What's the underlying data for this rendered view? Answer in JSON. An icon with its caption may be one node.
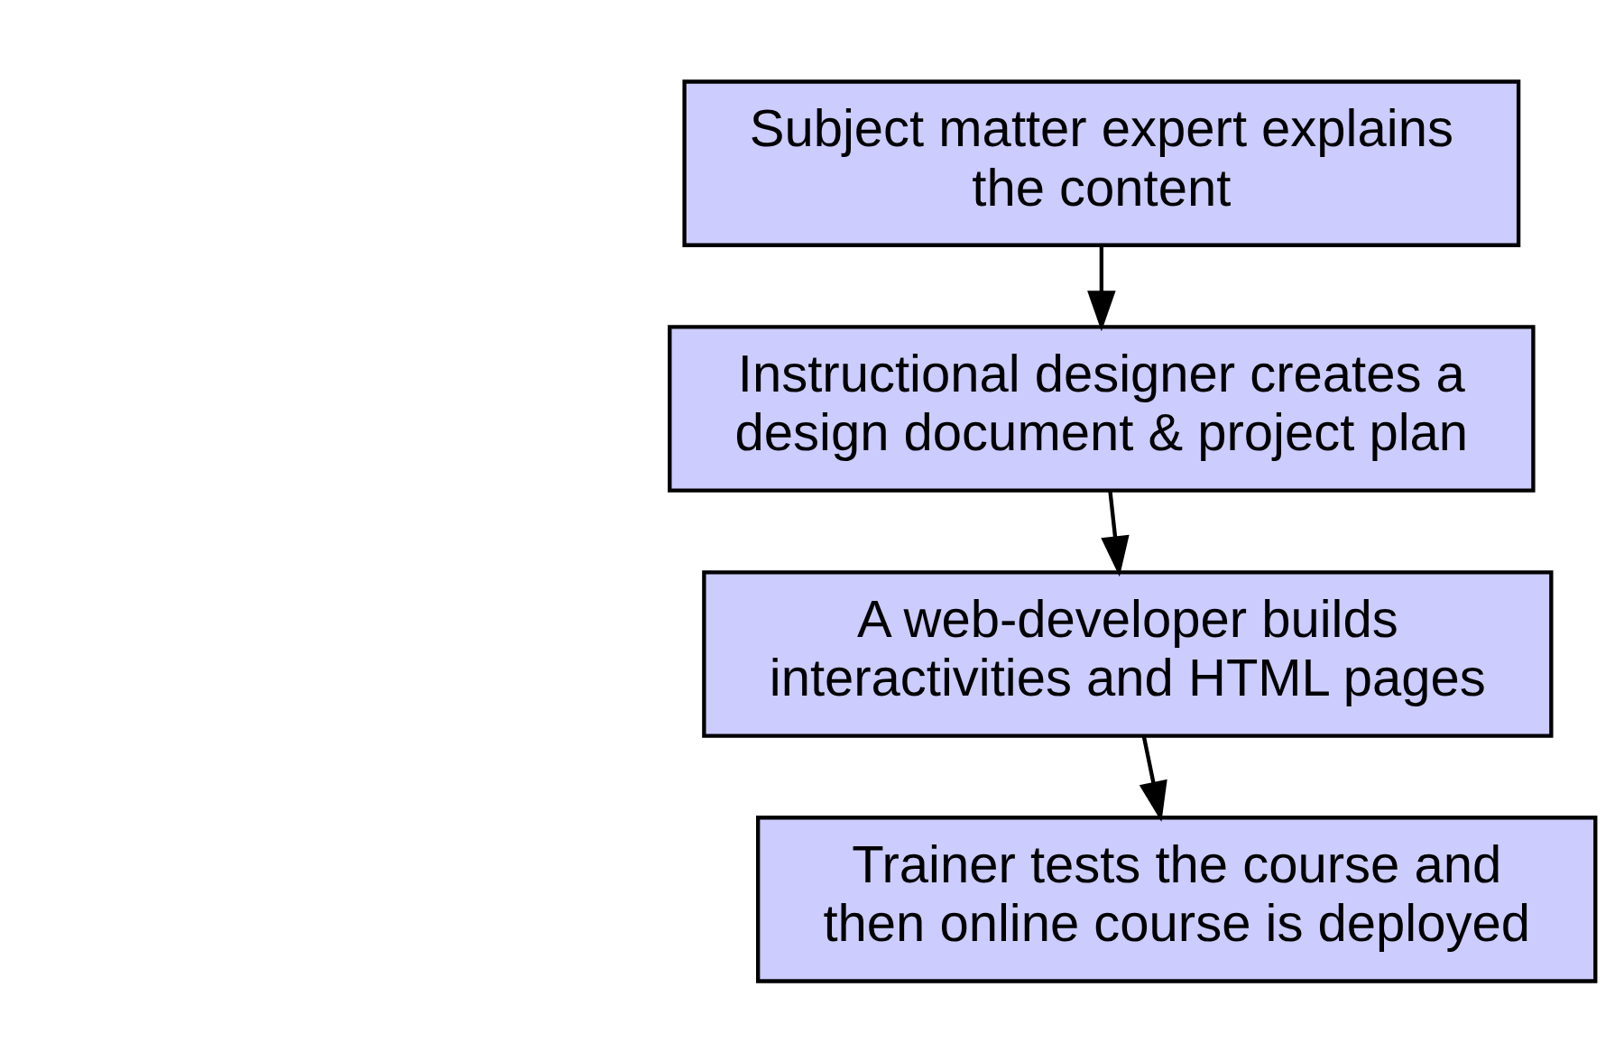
{
  "diagram": {
    "nodes": [
      {
        "text": [
          "Subject matter expert explains the content"
        ]
      },
      {
        "text": [
          "Instructional designer creates a design document & project plan"
        ]
      },
      {
        "text": [
          "A web-developer builds interactivities and HTML pages"
        ]
      },
      {
        "text": [
          "Trainer tests the course and then online course is deployed"
        ]
      }
    ],
    "edges": [
      {
        "from": 0,
        "to": 1,
        "arrow": "to"
      },
      {
        "from": 1,
        "to": 2,
        "arrow": "to"
      },
      {
        "from": 2,
        "to": 3,
        "arrow": "to"
      }
    ]
  }
}
